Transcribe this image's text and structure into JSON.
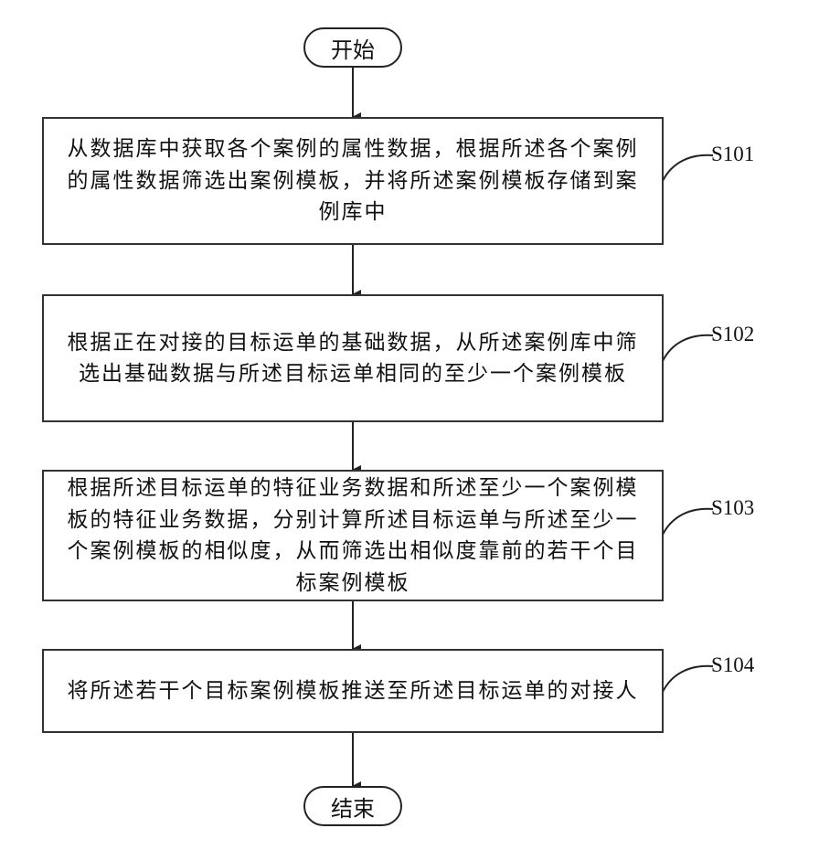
{
  "flowchart": {
    "start_label": "开始",
    "end_label": "结束",
    "steps": [
      {
        "id": "S101",
        "text": "从数据库中获取各个案例的属性数据，根据所述各个案例的属性数据筛选出案例模板，并将所述案例模板存储到案例库中"
      },
      {
        "id": "S102",
        "text": "根据正在对接的目标运单的基础数据，从所述案例库中筛选出基础数据与所述目标运单相同的至少一个案例模板"
      },
      {
        "id": "S103",
        "text": "根据所述目标运单的特征业务数据和所述至少一个案例模板的特征业务数据，分别计算所述目标运单与所述至少一个案例模板的相似度，从而筛选出相似度靠前的若干个目标案例模板"
      },
      {
        "id": "S104",
        "text": "将所述若干个目标案例模板推送至所述目标运单的对接人"
      }
    ]
  }
}
